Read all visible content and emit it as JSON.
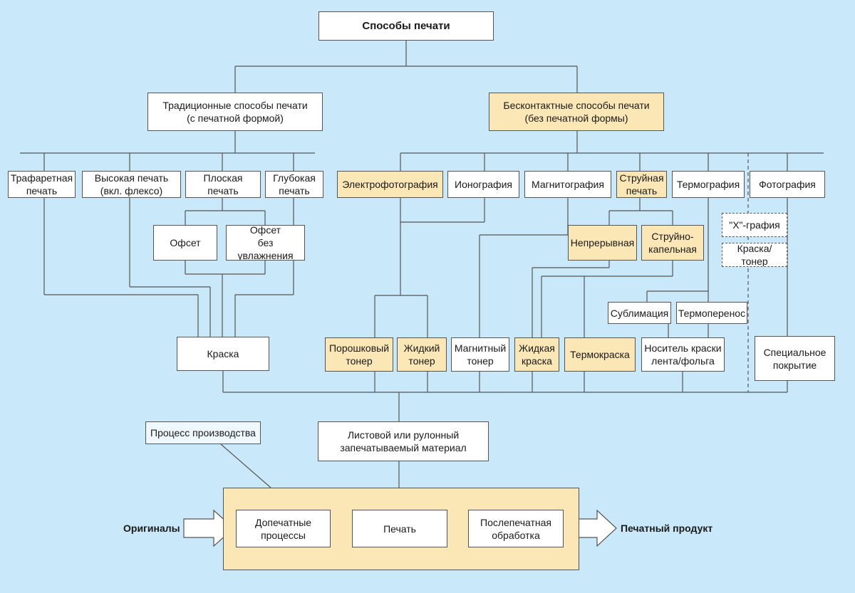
{
  "root": "Способы печати",
  "traditional": "Традиционные способы печати\n(с печатной формой)",
  "noncontact": "Бесконтактные способы печати\n(без печатной формы)",
  "methods": {
    "screen": "Трафаретная\nпечать",
    "letterpress": "Высокая печать\n(вкл. флексо)",
    "flat": "Плоская печать",
    "gravure": "Глубокая\nпечать",
    "offset": "Офсет",
    "waterless": "Офсет\nбез увлажнения",
    "electrophoto": "Электрофотография",
    "ionography": "Ионография",
    "magnetography": "Магнитография",
    "inkjet": "Струйная\nпечать",
    "thermography": "Термография",
    "photography": "Фотография",
    "continuous": "Непрерывная",
    "drop": "Струйно-\nкапельная",
    "xgraphy": "\"X\"-графия",
    "ink_toner": "Краска/тонер",
    "sublimation": "Сублимация",
    "thermotransfer": "Термоперенос"
  },
  "media": {
    "ink": "Краска",
    "powder_toner": "Порошковый\nтонер",
    "liquid_toner": "Жидкий\nтонер",
    "magnetic_toner": "Магнитный\nтонер",
    "liquid_ink": "Жидкая\nкраска",
    "thermo_ink": "Термокраска",
    "ribbon": "Носитель краски\nлента/фольга",
    "special_coating": "Специальное\nпокрытие"
  },
  "substrate": "Листовой или рулонный\nзапечатываемый материал",
  "process_label": "Процесс производства",
  "process": {
    "prepress": "Допечатные\nпроцессы",
    "press": "Печать",
    "postpress": "Послепечатная\nобработка"
  },
  "input_label": "Оригиналы",
  "output_label": "Печатный продукт",
  "colors": {
    "background": "#c9e8fa",
    "highlight": "#fbe7b5",
    "box": "#ffffff",
    "line": "#555555"
  }
}
